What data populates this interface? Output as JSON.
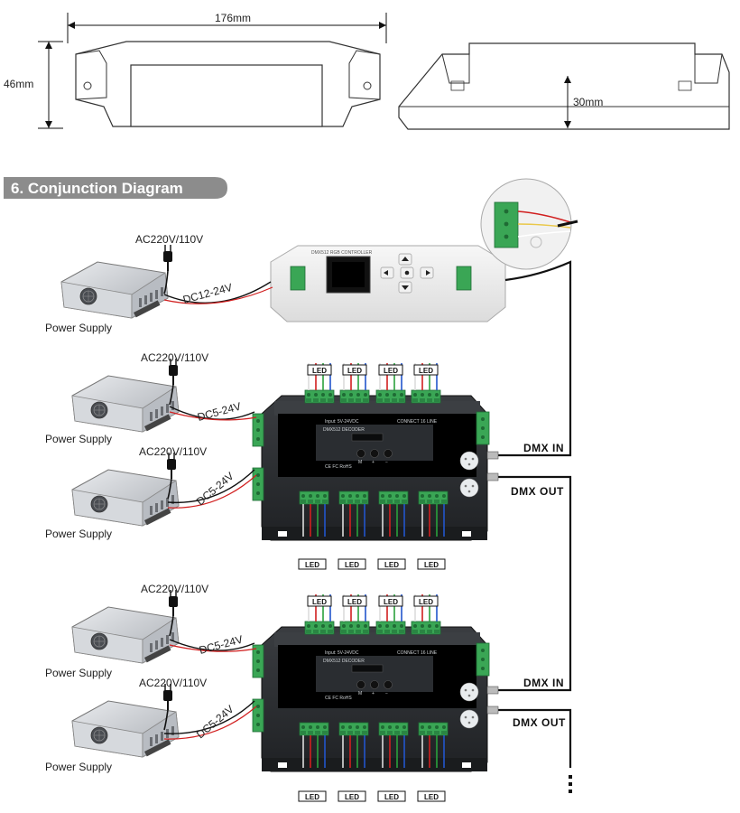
{
  "dimensions": {
    "length": "176mm",
    "width": "46mm",
    "height": "30mm"
  },
  "section": {
    "title": "6. Conjunction Diagram"
  },
  "controller": {
    "name": "DMX512 RGB CONTROLLER"
  },
  "labels": {
    "power_supply": "Power Supply",
    "ac_input": "AC220V/110V",
    "dc_controller": "DC12-24V",
    "dc_decoder": "DC5-24V",
    "dmx_in": "DMX IN",
    "dmx_out": "DMX OUT",
    "led": "LED"
  },
  "decoder": {
    "name": "DMX512 DECODER",
    "buttons": [
      "M",
      "+",
      "−"
    ]
  },
  "colors": {
    "section_badge": "#8c8c8c",
    "decoder_body": "#2a2d30",
    "terminal": "#3aa655",
    "wire_red": "#d11f1f",
    "wire_green": "#2aa13c",
    "wire_blue": "#2255cc",
    "wire_white": "#dcdcdc",
    "dmx_cable": "#111111"
  }
}
